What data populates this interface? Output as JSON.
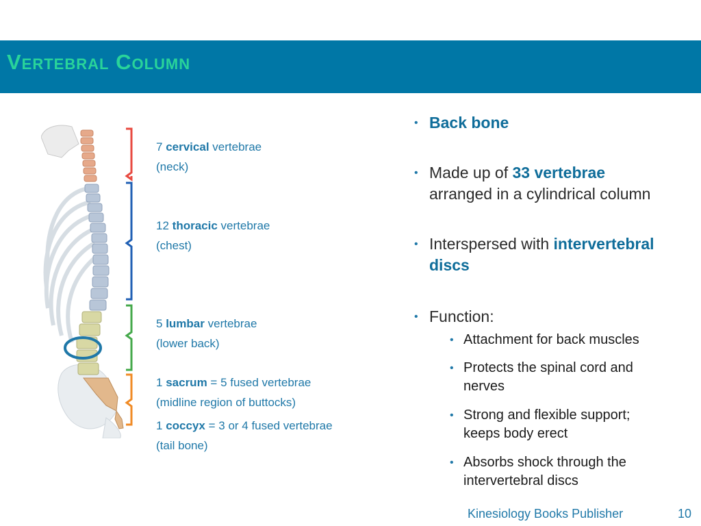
{
  "slide": {
    "title": "Vertebral Column"
  },
  "captions": {
    "cervical": {
      "count": "7",
      "term": "cervical",
      "rest": "vertebrae",
      "region": "(neck)"
    },
    "thoracic": {
      "count": "12",
      "term": "thoracic",
      "rest": "vertebrae",
      "region": "(chest)"
    },
    "lumbar": {
      "count": "5",
      "term": "lumbar",
      "rest": "vertebrae",
      "region": "(lower back)"
    },
    "sacrum": {
      "count": "1",
      "term": "sacrum",
      "rest": "= 5 fused vertebrae",
      "region": "(midline region of buttocks)"
    },
    "coccyx": {
      "count": "1",
      "term": "coccyx",
      "rest": "= 3 or 4 fused vertebrae",
      "region": "(tail bone)"
    }
  },
  "bullets": {
    "back_bone": "Back bone",
    "made_up_prefix": "Made up of",
    "made_up_highlight": "33 vertebrae",
    "made_up_suffix": "arranged in a cylindrical column",
    "interspersed_prefix": "Interspersed with",
    "interspersed_highlight": "intervertebral",
    "interspersed_highlight2": "discs",
    "function_label": "Function:",
    "functions": [
      {
        "line1": "Attachment for back muscles",
        "line2": ""
      },
      {
        "line1": "Protects the spinal cord and",
        "line2": "nerves"
      },
      {
        "line1": "Strong and flexible support;",
        "line2": "keeps body erect"
      },
      {
        "line1": "Absorbs shock through the",
        "line2": "intervertebral discs"
      }
    ]
  },
  "footer": {
    "publisher": "Kinesiology Books Publisher",
    "page": "10"
  },
  "colors": {
    "title_bar": "#0077a6",
    "title_text": "#29d49a",
    "caption_text": "#1f78a8",
    "bracket_cervical": "#e8493f",
    "bracket_thoracic": "#1f5fb4",
    "bracket_lumbar": "#44a84a",
    "bracket_sacrum": "#f08a24",
    "disc_highlight": "#1f78a8"
  }
}
